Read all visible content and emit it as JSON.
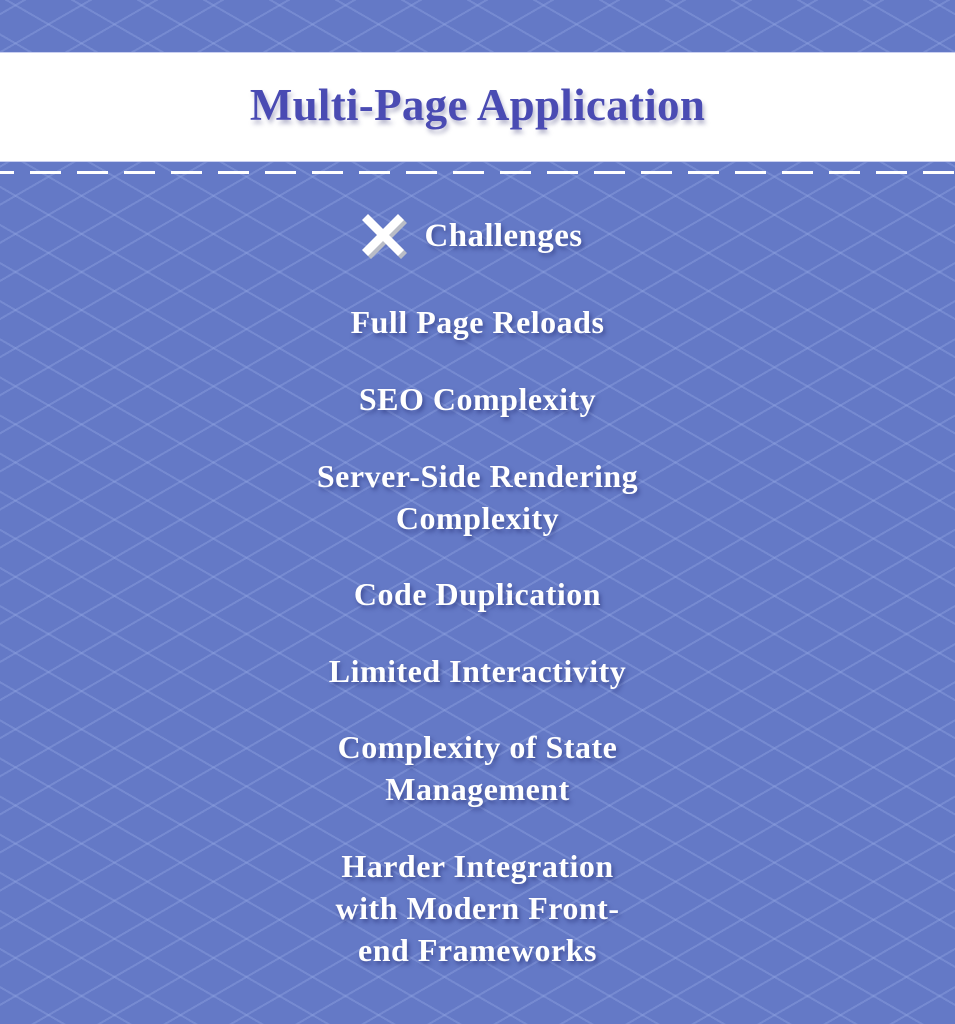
{
  "header": {
    "title": "Multi-Page Application"
  },
  "section": {
    "icon": "x-icon",
    "label": "Challenges"
  },
  "challenges": [
    {
      "lines": [
        "Full Page Reloads"
      ]
    },
    {
      "lines": [
        "SEO Complexity"
      ]
    },
    {
      "lines": [
        "Server-Side Rendering",
        "Complexity"
      ]
    },
    {
      "lines": [
        "Code Duplication"
      ]
    },
    {
      "lines": [
        "Limited Interactivity"
      ]
    },
    {
      "lines": [
        "Complexity of State",
        "Management"
      ]
    },
    {
      "lines": [
        "Harder Integration",
        "with Modern Front-",
        "end Frameworks"
      ]
    }
  ],
  "colors": {
    "background": "#6479c6",
    "title": "#4a4bb3",
    "text": "#ffffff",
    "header_band": "#ffffff"
  }
}
